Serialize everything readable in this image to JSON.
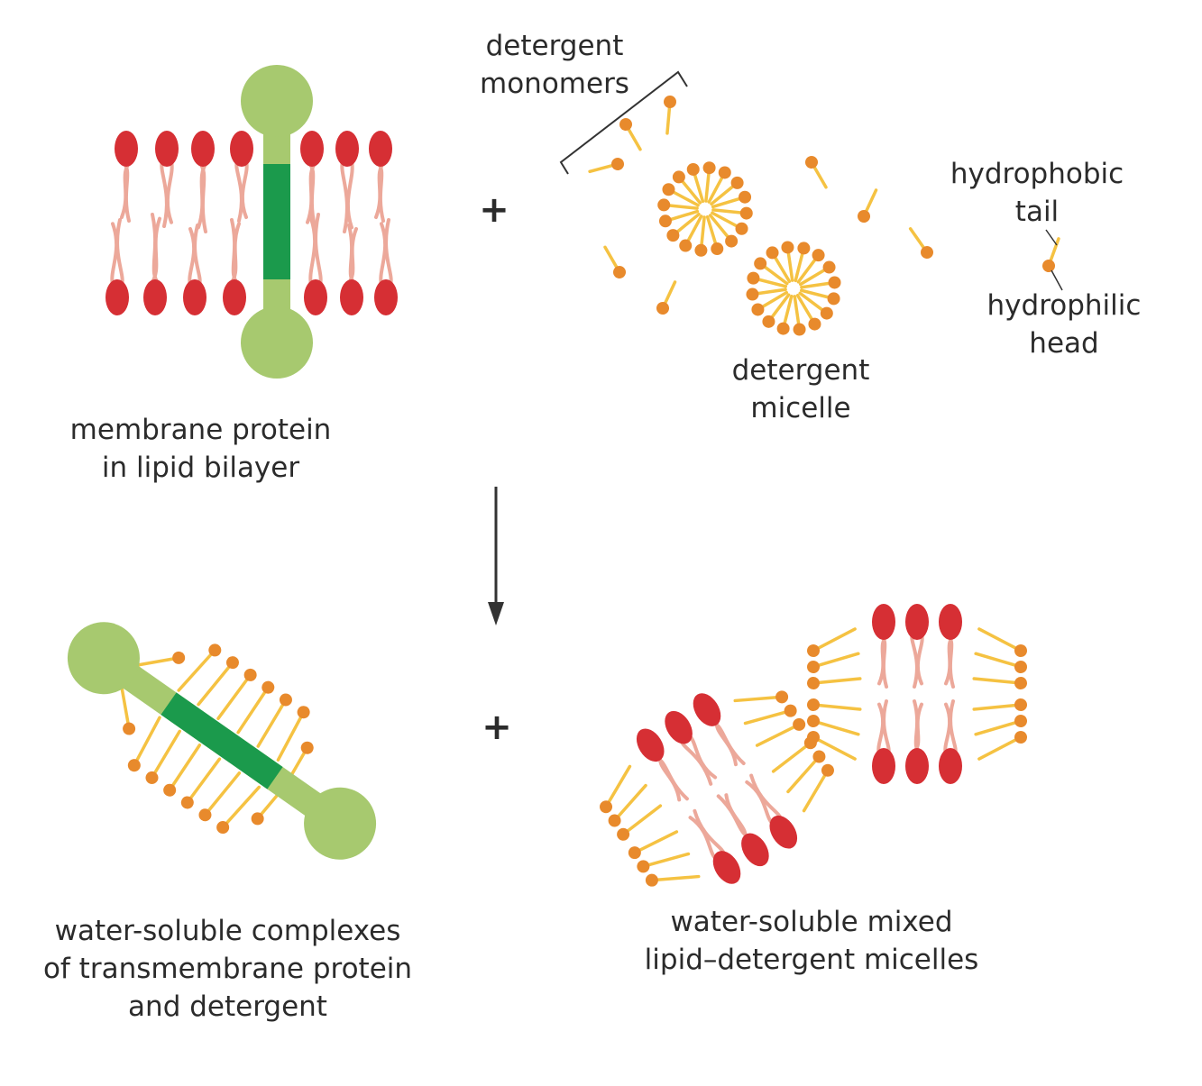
{
  "labels": {
    "detergent_monomers": [
      "detergent",
      "monomers"
    ],
    "hydrophobic_tail": [
      "hydrophobic",
      "tail"
    ],
    "hydrophilic_head": [
      "hydrophilic",
      "head"
    ],
    "detergent_micelle": [
      "detergent",
      "micelle"
    ],
    "membrane_protein": [
      "membrane protein",
      "in lipid bilayer"
    ],
    "complexes": [
      "water-soluble complexes",
      "of transmembrane protein",
      "and detergent"
    ],
    "mixed_micelles": [
      "water-soluble mixed",
      "lipid–detergent micelles"
    ]
  },
  "symbols": {
    "plus_top": "+",
    "plus_bottom": "+"
  },
  "colors": {
    "lipid_head": "#d62f34",
    "lipid_tail": "#eca89a",
    "protein_globular": "#a7c96f",
    "protein_transmembrane": "#1b9a4c",
    "detergent_head": "#e88a2c",
    "detergent_tail": "#f5c242",
    "text": "#2b2b2b",
    "line": "#333333"
  }
}
